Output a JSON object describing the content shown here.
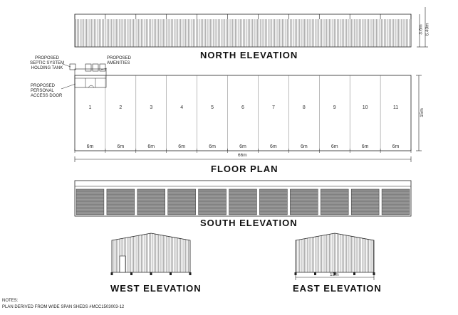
{
  "titles": {
    "north": "NORTH ELEVATION",
    "floor_plan": "FLOOR PLAN",
    "south": "SOUTH ELEVATION",
    "west": "WEST ELEVATION",
    "east": "EAST ELEVATION"
  },
  "north_height_dims": [
    "3.6m",
    "6.40m"
  ],
  "annotations": {
    "septic": "PROPOSED\nSEPTIC SYSTEM\nHOLDING TANK",
    "amenities": "PROPOSED\nAMENITIES",
    "access_door": "PROPOSED\nPERSONAL\nACCESS DOOR"
  },
  "bays": [
    {
      "number": "1",
      "width": "6m"
    },
    {
      "number": "2",
      "width": "6m"
    },
    {
      "number": "3",
      "width": "6m"
    },
    {
      "number": "4",
      "width": "6m"
    },
    {
      "number": "5",
      "width": "6m"
    },
    {
      "number": "6",
      "width": "6m"
    },
    {
      "number": "7",
      "width": "6m"
    },
    {
      "number": "8",
      "width": "6m"
    },
    {
      "number": "9",
      "width": "6m"
    },
    {
      "number": "10",
      "width": "6m"
    },
    {
      "number": "11",
      "width": "6m"
    }
  ],
  "overall_length": "66m",
  "depth": "15m",
  "east_width": "15m",
  "notes": {
    "heading": "NOTES:",
    "line1": "PLAN DERIVED FROM WIDE SPAN SHEDS #MCC1503003-12"
  },
  "colors": {
    "line": "#222222",
    "door_fill": "#9a9a9a",
    "door_stripe": "#6a6a6a"
  }
}
